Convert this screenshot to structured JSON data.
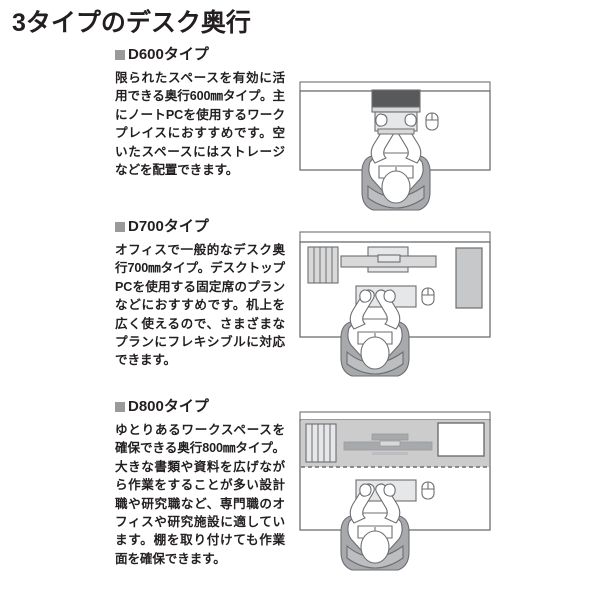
{
  "page": {
    "title": "3タイプのデスク奥行",
    "bullet_icon": "filled-square-bullet",
    "colors": {
      "text": "#231f20",
      "bullet": "#9a9a9a",
      "outline": "#6d6e71",
      "desk_fill": "#ffffff",
      "shelf_fill": "#cccccc",
      "device_fill": "#d9d9d9",
      "device_dark": "#a7a9ac",
      "screen_dark": "#58595b",
      "chair_fill": "#a7a9ac",
      "body_fill": "#ffffff"
    }
  },
  "sections": [
    {
      "id": "d600",
      "heading": "D600タイプ",
      "body": "限られたスペースを有効に活用できる奥行600㎜タイプ。主にノートPCを使用するワークプレイスにおすすめです。空いたスペースにはストレージなどを配置できます。",
      "depth_mm": 600,
      "illustration": {
        "name": "desk-top-view-d600",
        "items": [
          "back-panel",
          "desk-surface",
          "laptop",
          "mouse",
          "person",
          "chair"
        ]
      }
    },
    {
      "id": "d700",
      "heading": "D700タイプ",
      "body": "オフィスで一般的なデスク奥行700㎜タイプ。デスクトップPCを使用する固定席のプランなどにおすすめです。机上を広く使えるので、さまざまなプランにフレキシブルに対応できます。",
      "depth_mm": 700,
      "illustration": {
        "name": "desk-top-view-d700",
        "items": [
          "back-panel",
          "desk-surface",
          "books",
          "monitor",
          "pc-tower",
          "keyboard",
          "mouse",
          "person",
          "chair"
        ]
      }
    },
    {
      "id": "d800",
      "heading": "D800タイプ",
      "body": "ゆとりあるワークスペースを確保できる奥行800㎜タイプ。大きな書類や資料を広げながら作業をすることが多い設計職や研究職など、専門職のオフィスや研究施設に適しています。棚を取り付けても作業面を確保できます。",
      "depth_mm": 800,
      "illustration": {
        "name": "desk-top-view-d800",
        "items": [
          "back-panel",
          "shelf-zone",
          "shelf-divider-dashed",
          "books",
          "monitor",
          "document",
          "desk-surface",
          "keyboard",
          "mouse",
          "person",
          "chair"
        ]
      }
    }
  ]
}
